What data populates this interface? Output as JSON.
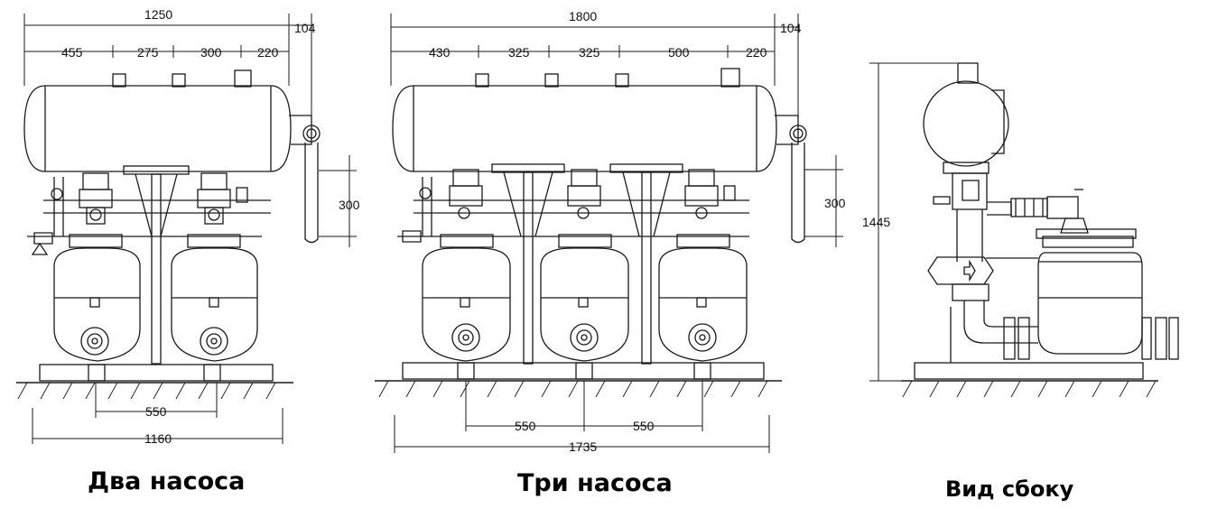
{
  "drawings": {
    "two": {
      "caption": "Два насоса",
      "dim_total_top": "1250",
      "dim_side": "104",
      "dim_segments": [
        "455",
        "275",
        "300",
        "220"
      ],
      "dim_height": "300",
      "dim_pump_spacing": "550",
      "dim_base_width": "1160"
    },
    "three": {
      "caption": "Три насоса",
      "dim_total_top": "1800",
      "dim_side": "104",
      "dim_segments": [
        "430",
        "325",
        "325",
        "500",
        "220"
      ],
      "dim_height": "300",
      "dim_pump_spacing": [
        "550",
        "550"
      ],
      "dim_base_width": "1735"
    },
    "side": {
      "caption": "Вид сбоку",
      "dim_total_height": "1445"
    }
  },
  "colors": {
    "line": "#1a1a1a",
    "background": "#ffffff"
  }
}
